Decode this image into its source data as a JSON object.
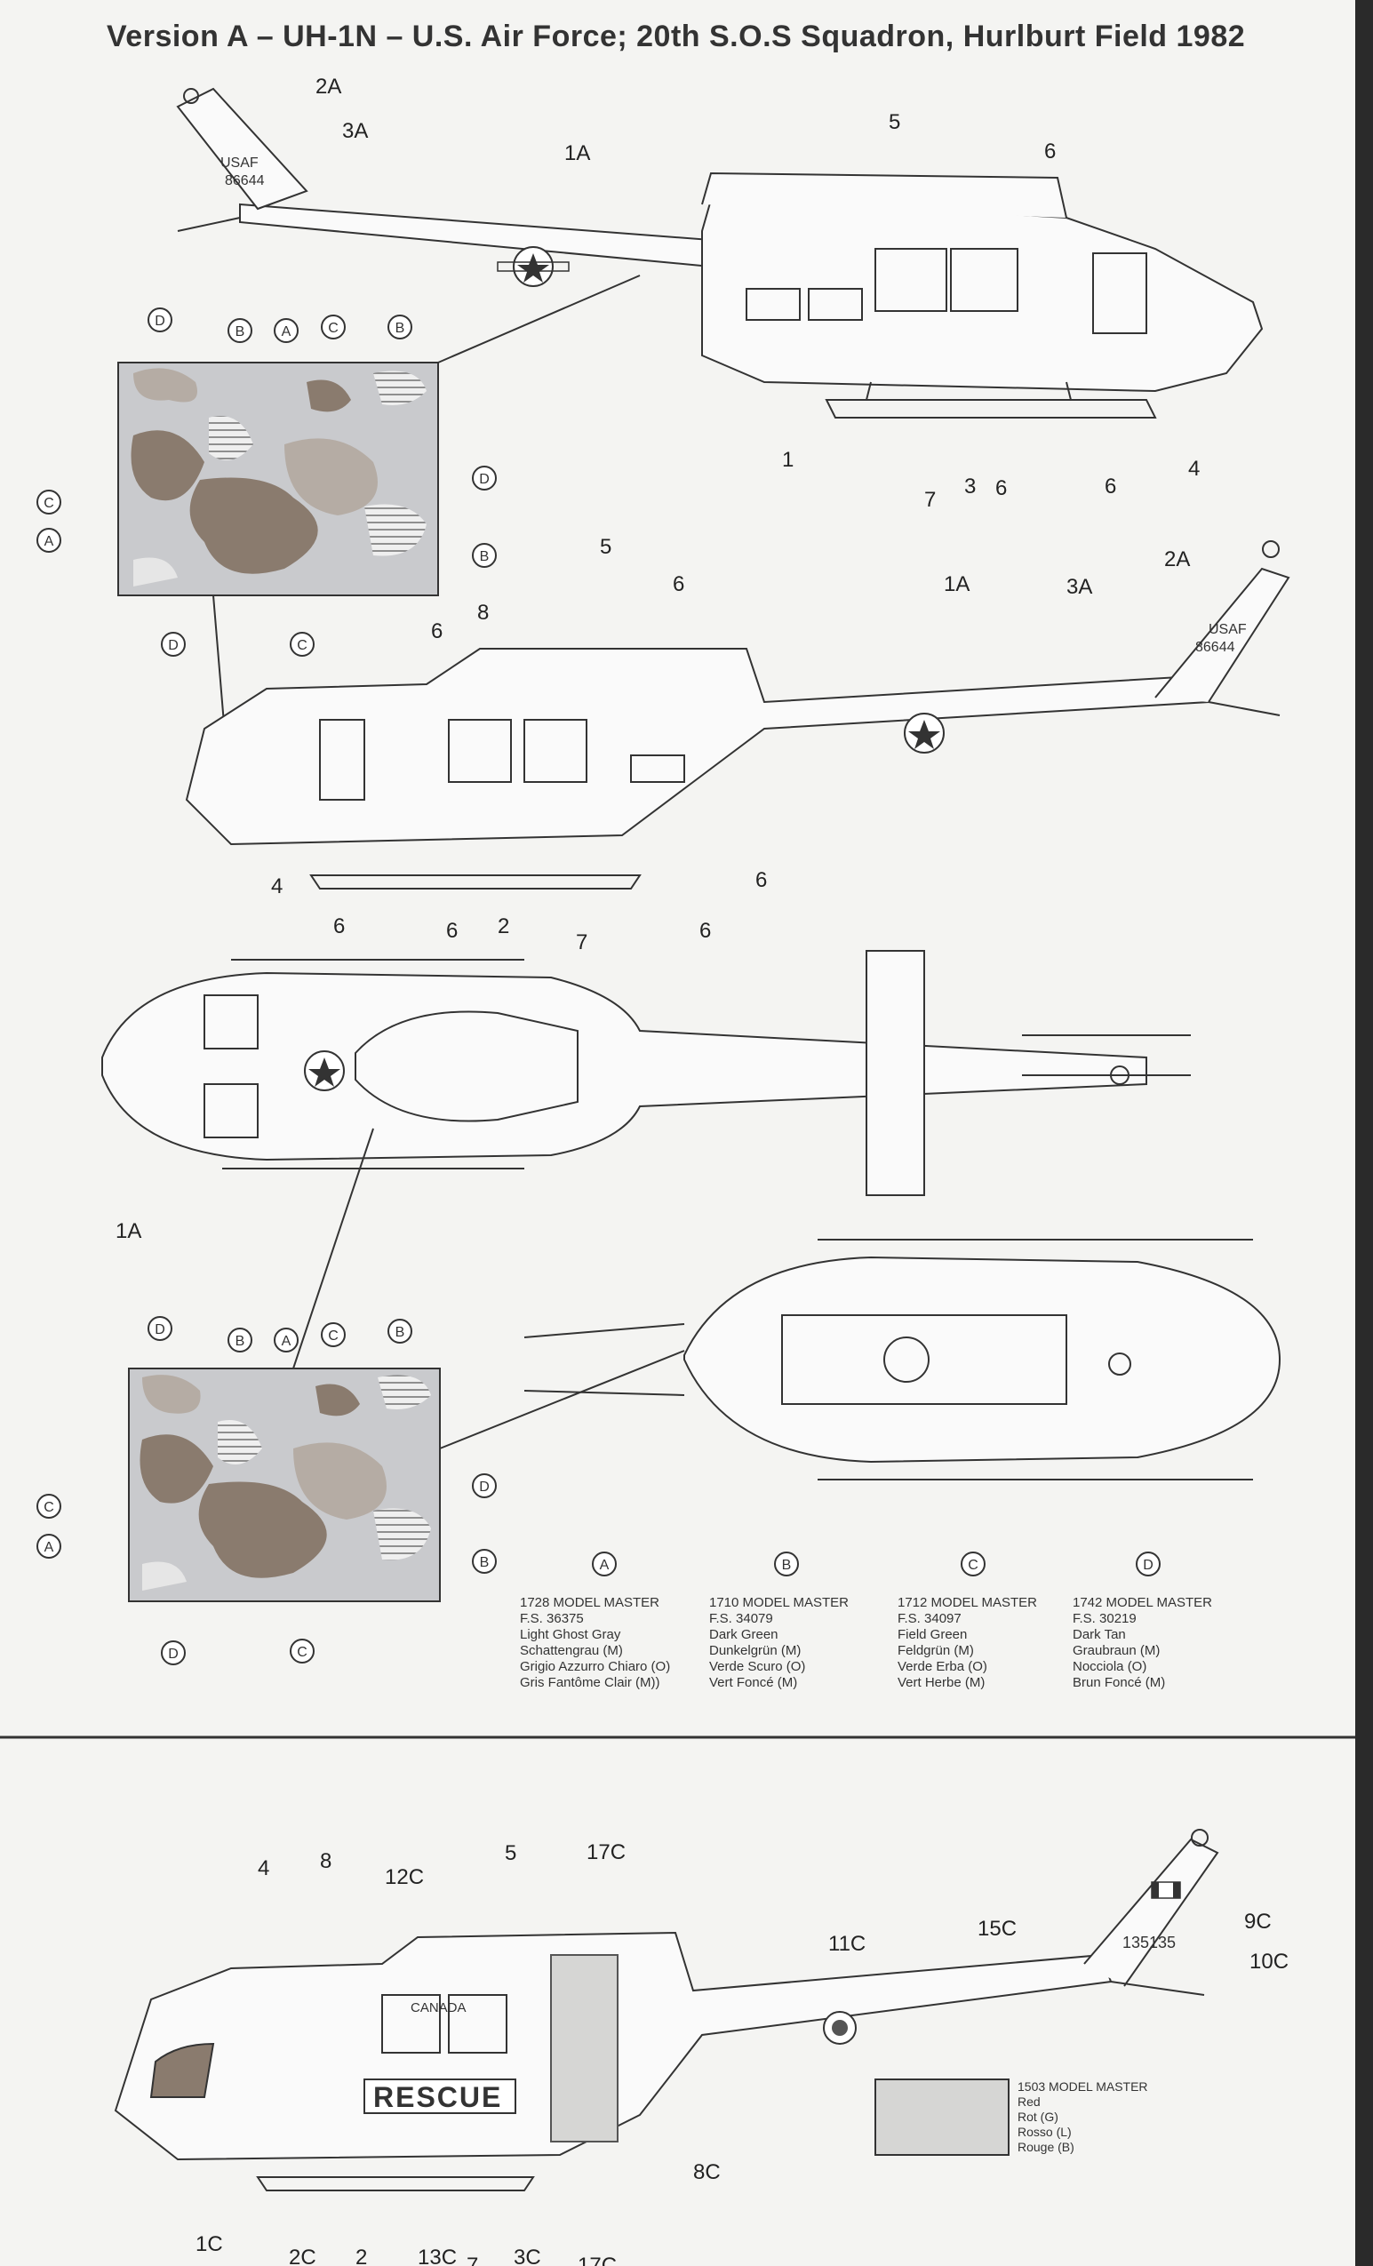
{
  "title": "Version A – UH-1N – U.S. Air Force; 20th S.O.S Squadron, Hurlburt Field 1982",
  "colors": {
    "A": "#c9cacd",
    "B": "#e6e6e6",
    "C": "#8a7b6e",
    "D": "#b5aca4",
    "red_1503": "#d6d6d4",
    "line": "#333333"
  },
  "aircraft_markings": {
    "usaf": "USAF",
    "serial": "86644",
    "canada": "CANADA",
    "rescue": "RESCUE",
    "canada_serial": "135135"
  },
  "paint_keys": {
    "A": {
      "letter": "A",
      "lines": [
        "1728 MODEL MASTER",
        "F.S. 36375",
        "Light Ghost Gray",
        "Schattengrau (M)",
        "Grigio Azzurro Chiaro (O)",
        "Gris Fantôme Clair (M))"
      ]
    },
    "B": {
      "letter": "B",
      "lines": [
        "1710 MODEL MASTER",
        "F.S. 34079",
        "Dark Green",
        "Dunkelgrün (M)",
        "Verde Scuro (O)",
        "Vert Foncé (M)"
      ]
    },
    "C": {
      "letter": "C",
      "lines": [
        "1712 MODEL MASTER",
        "F.S. 34097",
        "Field Green",
        "Feldgrün (M)",
        "Verde Erba (O)",
        "Vert Herbe (M)"
      ]
    },
    "D": {
      "letter": "D",
      "lines": [
        "1742 MODEL MASTER",
        "F.S. 30219",
        "Dark Tan",
        "Graubraun (M)",
        "Nocciola (O)",
        "Brun Foncé (M)"
      ]
    },
    "red": {
      "lines": [
        "1503 MODEL MASTER",
        "Red",
        "Rot (G)",
        "Rosso (L)",
        "Rouge (B)"
      ]
    }
  },
  "callouts": {
    "v1": [
      "2A",
      "3A",
      "1A",
      "5",
      "6",
      "1",
      "7",
      "3",
      "6",
      "6",
      "4"
    ],
    "v2": [
      "5",
      "6",
      "1A",
      "2A",
      "3A",
      "6",
      "8",
      "4",
      "6",
      "6",
      "2",
      "7",
      "6",
      "6"
    ],
    "v3": [
      "1A"
    ],
    "v5": [
      "4",
      "8",
      "12C",
      "5",
      "17C",
      "9C",
      "10C",
      "15C",
      "11C",
      "1C",
      "2C",
      "2",
      "13C",
      "7",
      "3C",
      "17C",
      "8C"
    ]
  }
}
